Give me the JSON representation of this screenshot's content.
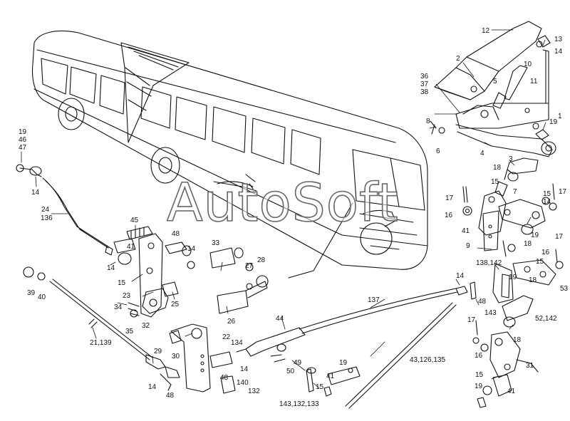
{
  "watermark": "AutoSoft",
  "line_color": "#111111",
  "callouts": [
    {
      "id": "12",
      "text": "12"
    },
    {
      "id": "13",
      "text": "13"
    },
    {
      "id": "14a",
      "text": "14"
    },
    {
      "id": "2",
      "text": "2"
    },
    {
      "id": "10",
      "text": "10"
    },
    {
      "id": "36",
      "text": "36"
    },
    {
      "id": "37",
      "text": "37"
    },
    {
      "id": "38",
      "text": "38"
    },
    {
      "id": "5",
      "text": "5"
    },
    {
      "id": "11",
      "text": "11"
    },
    {
      "id": "1",
      "text": "1"
    },
    {
      "id": "8",
      "text": "8"
    },
    {
      "id": "6",
      "text": "6"
    },
    {
      "id": "19a",
      "text": "19"
    },
    {
      "id": "4",
      "text": "4"
    },
    {
      "id": "3",
      "text": "3"
    },
    {
      "id": "19b",
      "text": "19"
    },
    {
      "id": "46",
      "text": "46"
    },
    {
      "id": "47",
      "text": "47"
    },
    {
      "id": "14b",
      "text": "14"
    },
    {
      "id": "24",
      "text": "24"
    },
    {
      "id": "136",
      "text": "136"
    },
    {
      "id": "45",
      "text": "45"
    },
    {
      "id": "48a",
      "text": "48"
    },
    {
      "id": "14c",
      "text": "14"
    },
    {
      "id": "41a",
      "text": "41"
    },
    {
      "id": "14d",
      "text": "14"
    },
    {
      "id": "15a",
      "text": "15"
    },
    {
      "id": "33",
      "text": "33"
    },
    {
      "id": "28",
      "text": "28"
    },
    {
      "id": "27",
      "text": "27"
    },
    {
      "id": "39",
      "text": "39"
    },
    {
      "id": "40",
      "text": "40"
    },
    {
      "id": "23",
      "text": "23"
    },
    {
      "id": "25",
      "text": "25"
    },
    {
      "id": "34",
      "text": "34"
    },
    {
      "id": "35",
      "text": "35"
    },
    {
      "id": "32",
      "text": "32"
    },
    {
      "id": "26",
      "text": "26"
    },
    {
      "id": "21139",
      "text": "21,139"
    },
    {
      "id": "22",
      "text": "22"
    },
    {
      "id": "134",
      "text": "134"
    },
    {
      "id": "29",
      "text": "29"
    },
    {
      "id": "30",
      "text": "30"
    },
    {
      "id": "14e",
      "text": "14"
    },
    {
      "id": "48b",
      "text": "48"
    },
    {
      "id": "140",
      "text": "140"
    },
    {
      "id": "48c",
      "text": "48"
    },
    {
      "id": "132",
      "text": "132"
    },
    {
      "id": "14f",
      "text": "14"
    },
    {
      "id": "44",
      "text": "44"
    },
    {
      "id": "137",
      "text": "137"
    },
    {
      "id": "49",
      "text": "49"
    },
    {
      "id": "50",
      "text": "50"
    },
    {
      "id": "19c",
      "text": "19"
    },
    {
      "id": "41b",
      "text": "41"
    },
    {
      "id": "15b",
      "text": "15"
    },
    {
      "id": "143132133",
      "text": "143,132,133"
    },
    {
      "id": "43126135",
      "text": "43,126,135"
    },
    {
      "id": "18a",
      "text": "18"
    },
    {
      "id": "15c",
      "text": "15"
    },
    {
      "id": "7",
      "text": "7"
    },
    {
      "id": "17a",
      "text": "17"
    },
    {
      "id": "16a",
      "text": "16"
    },
    {
      "id": "17b",
      "text": "17"
    },
    {
      "id": "15d",
      "text": "15"
    },
    {
      "id": "14g",
      "text": "14"
    },
    {
      "id": "41c",
      "text": "41"
    },
    {
      "id": "19d",
      "text": "19"
    },
    {
      "id": "18b",
      "text": "18"
    },
    {
      "id": "9",
      "text": "9"
    },
    {
      "id": "17c",
      "text": "17"
    },
    {
      "id": "16b",
      "text": "16"
    },
    {
      "id": "138142",
      "text": "138,142"
    },
    {
      "id": "15e",
      "text": "15"
    },
    {
      "id": "19e",
      "text": "19"
    },
    {
      "id": "18c",
      "text": "18"
    },
    {
      "id": "53",
      "text": "53"
    },
    {
      "id": "14h",
      "text": "14"
    },
    {
      "id": "48d",
      "text": "48"
    },
    {
      "id": "143",
      "text": "143"
    },
    {
      "id": "52142",
      "text": "52,142"
    },
    {
      "id": "17d",
      "text": "17"
    },
    {
      "id": "18d",
      "text": "18"
    },
    {
      "id": "16c",
      "text": "16"
    },
    {
      "id": "15f",
      "text": "15"
    },
    {
      "id": "31",
      "text": "31"
    },
    {
      "id": "19f",
      "text": "19"
    },
    {
      "id": "41d",
      "text": "41"
    }
  ]
}
